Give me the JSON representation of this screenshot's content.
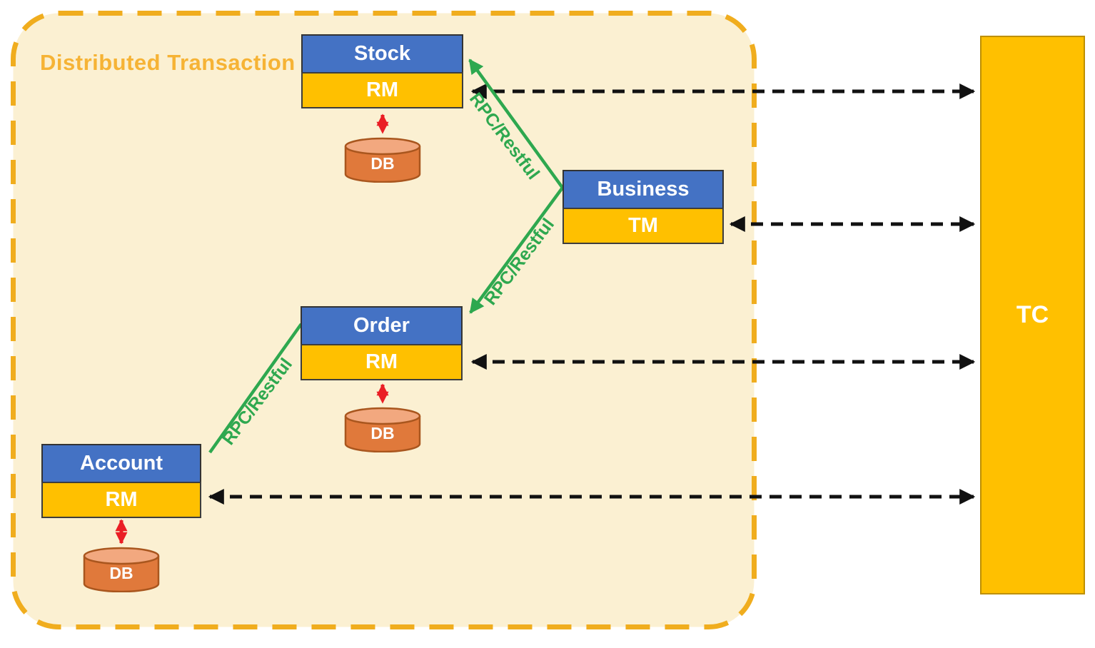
{
  "container": {
    "title": "Distributed Transaction"
  },
  "services": [
    {
      "name": "Stock",
      "role": "RM",
      "db": "DB"
    },
    {
      "name": "Business",
      "role": "TM"
    },
    {
      "name": "Order",
      "role": "RM",
      "db": "DB"
    },
    {
      "name": "Account",
      "role": "RM",
      "db": "DB"
    }
  ],
  "coordinator": {
    "label": "TC"
  },
  "rpc_labels": [
    "RPC/Restful",
    "RPC/Restful",
    "RPC/Restful"
  ],
  "colors": {
    "service_header_blue": "#4472C4",
    "rm_tm_yellow": "#FFC000",
    "container_background": "#FBF0D2",
    "container_border_gold": "#F0AD1E",
    "title_gold": "#F6B335",
    "rpc_green": "#2EA84F",
    "db_arrow_red": "#EA1E25",
    "db_body_orange": "#E0793B",
    "db_top_orange": "#F2A87F",
    "tc_fill": "#FFC000",
    "connector_black": "#111111"
  }
}
